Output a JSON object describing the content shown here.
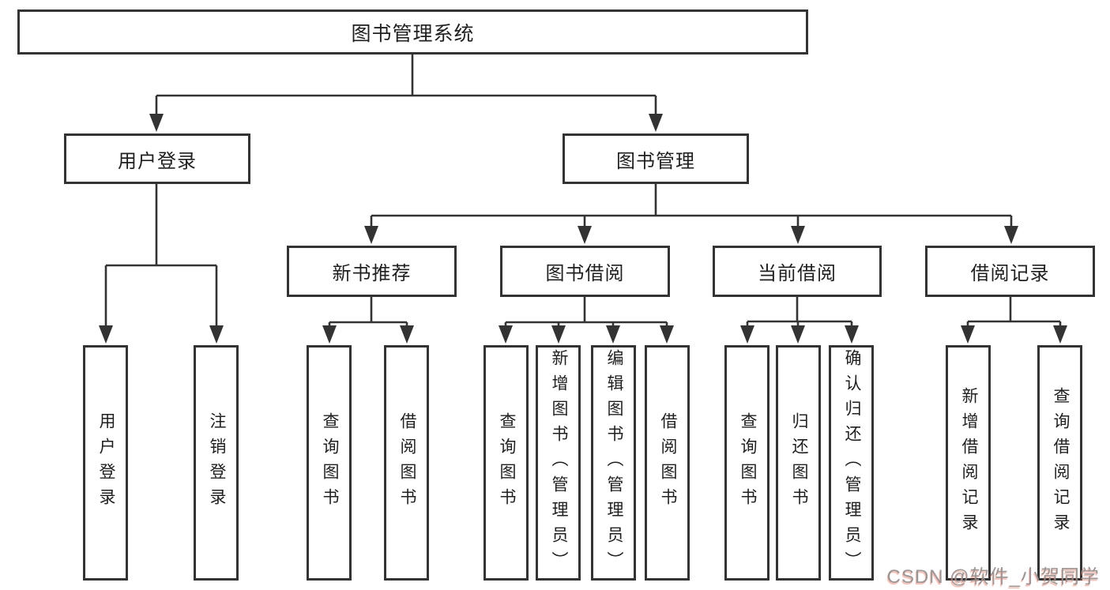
{
  "diagram": {
    "tree": {
      "label": "图书管理系统",
      "children": [
        {
          "label": "用户登录",
          "children": [
            {
              "label": "用户登录"
            },
            {
              "label": "注销登录"
            }
          ]
        },
        {
          "label": "图书管理",
          "children": [
            {
              "label": "新书推荐",
              "children": [
                {
                  "label": "查询图书"
                },
                {
                  "label": "借阅图书"
                }
              ]
            },
            {
              "label": "图书借阅",
              "children": [
                {
                  "label": "查询图书"
                },
                {
                  "label": "新增图书（管理员）"
                },
                {
                  "label": "编辑图书（管理员）"
                },
                {
                  "label": "借阅图书"
                }
              ]
            },
            {
              "label": "当前借阅",
              "children": [
                {
                  "label": "查询图书"
                },
                {
                  "label": "归还图书"
                },
                {
                  "label": "确认归还（管理员）"
                }
              ]
            },
            {
              "label": "借阅记录",
              "children": [
                {
                  "label": "新增借阅记录"
                },
                {
                  "label": "查询借阅记录"
                }
              ]
            }
          ]
        }
      ]
    }
  },
  "watermark": {
    "text": "CSDN @软件_小贺同学"
  },
  "colors": {
    "line": "#333333",
    "box_border": "#333333",
    "text": "#1f1f1f",
    "background": "#ffffff",
    "watermark": "#909090",
    "watermark_shadow": "#fc5531"
  }
}
